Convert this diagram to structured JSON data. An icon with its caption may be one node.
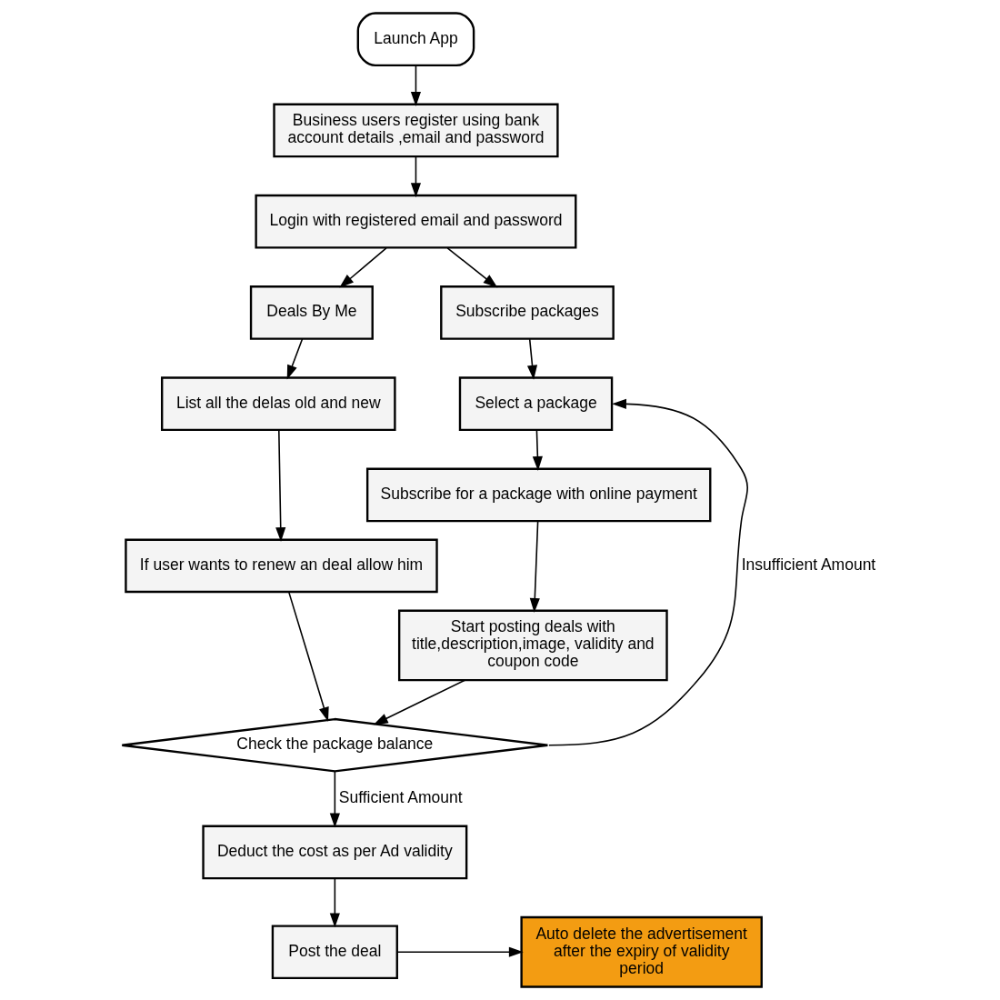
{
  "diagram": {
    "nodes": [
      {
        "text": [
          "Launch App"
        ]
      },
      {
        "text": [
          "Business users register using bank account details ,email and password"
        ]
      },
      {
        "text": [
          "Login with registered email and password"
        ]
      },
      {
        "text": [
          "Deals By Me"
        ]
      },
      {
        "text": [
          "List all the delas old and new"
        ]
      },
      {
        "text": [
          "If user wants to renew an deal allow him"
        ]
      },
      {
        "text": [
          "Subscribe packages"
        ]
      },
      {
        "text": [
          "Select a package"
        ]
      },
      {
        "text": [
          "Subscribe for a package with online payment"
        ]
      },
      {
        "text": [
          "Start posting deals with title,description,image, validity and coupon code"
        ]
      },
      {
        "text": [
          "Check the package balance"
        ]
      },
      {
        "text": [
          "Deduct the cost as per Ad validity"
        ]
      },
      {
        "text": [
          "Post the deal"
        ]
      },
      {
        "text": [
          "Auto delete the advertisement after the expiry of validity period"
        ]
      }
    ],
    "edges": [
      {
        "from": 0,
        "to": 1,
        "arrow": "to"
      },
      {
        "from": 1,
        "to": 2,
        "arrow": "to"
      },
      {
        "from": 2,
        "to": 3,
        "arrow": "to"
      },
      {
        "from": 2,
        "to": 6,
        "arrow": "to"
      },
      {
        "from": 3,
        "to": 4,
        "arrow": "to"
      },
      {
        "from": 4,
        "to": 5,
        "arrow": "to"
      },
      {
        "from": 5,
        "to": 10,
        "arrow": "to"
      },
      {
        "from": 6,
        "to": 7,
        "arrow": "to"
      },
      {
        "from": 7,
        "to": 8,
        "arrow": "to"
      },
      {
        "from": 8,
        "to": 9,
        "arrow": "to"
      },
      {
        "from": 9,
        "to": 10,
        "arrow": "to"
      },
      {
        "from": 10,
        "to": 7,
        "arrow": "to",
        "label": "Insufficient Amount"
      },
      {
        "from": 10,
        "to": 11,
        "arrow": "to",
        "label": "Sufficient Amount"
      },
      {
        "from": 11,
        "to": 12,
        "arrow": "to"
      },
      {
        "from": 12,
        "to": 13,
        "arrow": "to"
      }
    ]
  }
}
